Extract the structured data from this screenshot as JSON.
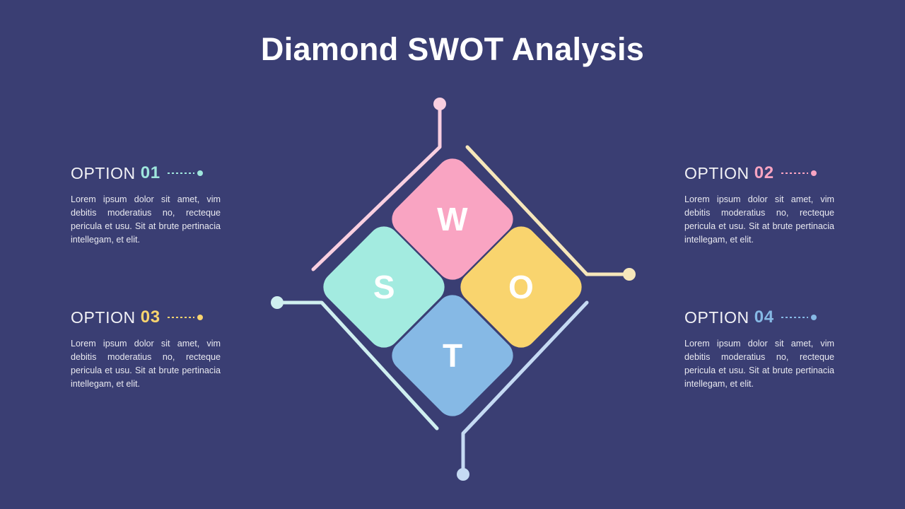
{
  "slide": {
    "background_color": "#3a3e73",
    "title": "Diamond SWOT Analysis"
  },
  "diagram": {
    "name": "swot-diamond",
    "cells": [
      {
        "letter": "W",
        "color": "#f9a4c2",
        "position": "top",
        "option_ref": "01"
      },
      {
        "letter": "S",
        "color": "#a3ebe0",
        "position": "left",
        "option_ref": "03"
      },
      {
        "letter": "O",
        "color": "#f9d46e",
        "position": "right",
        "option_ref": "02"
      },
      {
        "letter": "T",
        "color": "#86b9e5",
        "position": "bottom",
        "option_ref": "04"
      }
    ],
    "connectors": [
      {
        "name": "connector-pink",
        "color": "#f9cfe0",
        "dot": "top"
      },
      {
        "name": "connector-yellow",
        "color": "#f6e7bb",
        "dot": "right"
      },
      {
        "name": "connector-mint",
        "color": "#cfeff0",
        "dot": "left"
      },
      {
        "name": "connector-blue",
        "color": "#c5daf3",
        "dot": "bottom"
      }
    ]
  },
  "options": [
    {
      "word": "OPTION",
      "number": "01",
      "color": "#9fe6dd",
      "body": "Lorem ipsum dolor sit amet, vim debitis moderatius no, recteque pericula et usu. Sit at brute pertinacia intellegam, et elit."
    },
    {
      "word": "OPTION",
      "number": "02",
      "color": "#f9a4c2",
      "body": "Lorem ipsum dolor sit amet, vim debitis moderatius no, recteque pericula et usu. Sit at brute pertinacia intellegam, et elit."
    },
    {
      "word": "OPTION",
      "number": "03",
      "color": "#f9d46e",
      "body": "Lorem ipsum dolor sit amet, vim debitis moderatius no, recteque pericula et usu. Sit at brute pertinacia intellegam, et elit."
    },
    {
      "word": "OPTION",
      "number": "04",
      "color": "#86b9e5",
      "body": "Lorem ipsum dolor sit amet, vim debitis moderatius no, recteque pericula et usu. Sit at brute pertinacia intellegam, et elit."
    }
  ]
}
